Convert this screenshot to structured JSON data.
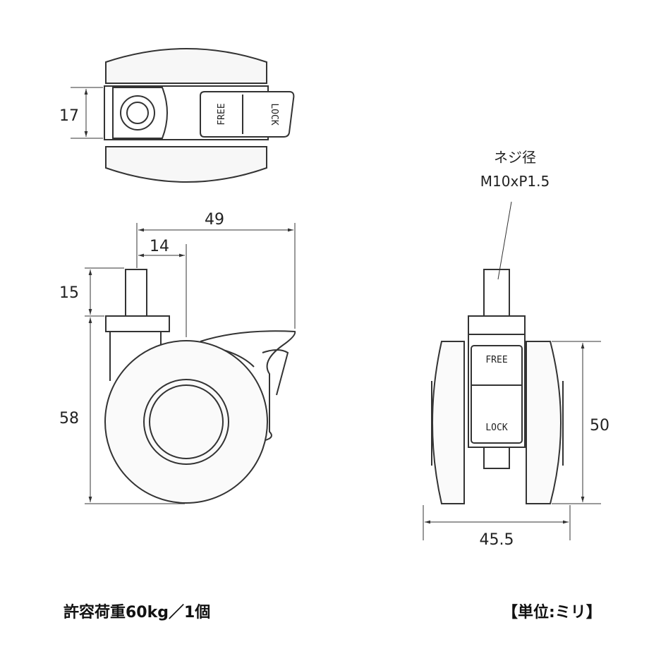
{
  "dimensions": {
    "top_height": "17",
    "total_width": "49",
    "offset": "14",
    "stem_length": "15",
    "body_height": "58",
    "front_height": "50",
    "front_width": "45.5"
  },
  "thread": {
    "label": "ネジ径",
    "spec": "M10xP1.5"
  },
  "brake": {
    "free": "FREE",
    "lock": "LOCK"
  },
  "footer": {
    "load": "許容荷重60kg／1個",
    "unit": "【単位:ミリ】"
  }
}
